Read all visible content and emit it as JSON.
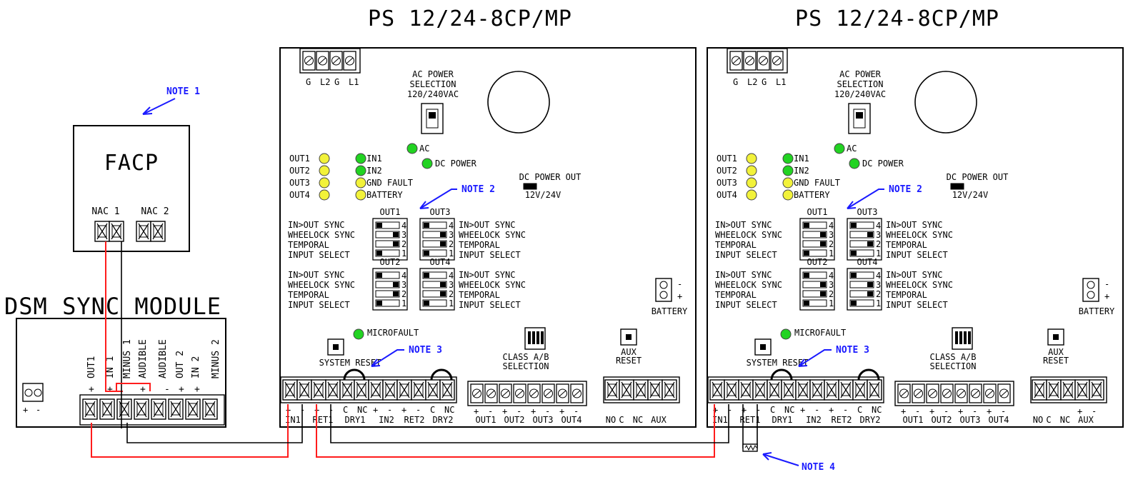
{
  "panels": [
    {
      "title": "PS 12/24-8CP/MP",
      "ac_terminals": [
        "G",
        "L2",
        "G",
        "L1"
      ],
      "ac_power": [
        "AC POWER",
        "SELECTION",
        "120/240VAC"
      ],
      "leds_left": [
        "OUT1",
        "OUT2",
        "OUT3",
        "OUT4"
      ],
      "leds_mid": [
        "IN1",
        "IN2",
        "GND FAULT",
        "BATTERY"
      ],
      "ac_led": "AC",
      "dc_power_led": "DC POWER",
      "dc_power_out": "DC POWER OUT",
      "dc_power_out_value": "12V/24V",
      "note_mid": "NOTE 2",
      "dip_left_labels": [
        "IN>OUT SYNC",
        "WHEELOCK SYNC",
        "TEMPORAL",
        "INPUT SELECT"
      ],
      "dip_right_labels": [
        "IN>OUT SYNC",
        "WHEELOCK SYNC",
        "TEMPORAL",
        "INPUT SELECT"
      ],
      "dip_titles": [
        "OUT1",
        "OUT3",
        "OUT2",
        "OUT4"
      ],
      "dip_numbers": [
        "4",
        "3",
        "2",
        "1"
      ],
      "microfault": "MICROFAULT",
      "system_reset": "SYSTEM RESET",
      "note_reset": "NOTE 3",
      "class_ab": [
        "CLASS A/B",
        "SELECTION"
      ],
      "aux_reset": [
        "AUX",
        "RESET"
      ],
      "battery": "BATTERY",
      "battery_pol": [
        "-",
        "+"
      ],
      "term_signs": [
        "+",
        "-",
        "+",
        "-",
        "C",
        "NC",
        "+",
        "-",
        "+",
        "-",
        "C",
        "NC"
      ],
      "term_names": [
        "IN1",
        "RET1",
        "DRY1",
        "IN2",
        "RET2",
        "DRY2"
      ],
      "out_signs": [
        "+",
        "-",
        "+",
        "-",
        "+",
        "-",
        "+",
        "-"
      ],
      "out_names": [
        "OUT1",
        "OUT2",
        "OUT3",
        "OUT4"
      ],
      "aux_labels": [
        "NO",
        "C",
        "NC",
        "AUX"
      ],
      "aux_signs": [
        "+",
        "-"
      ]
    }
  ],
  "facp": {
    "title": "FACP",
    "nac1": "NAC 1",
    "nac2": "NAC 2",
    "note": "NOTE 1"
  },
  "dsm": {
    "title": "DSM SYNC MODULE",
    "labels": [
      "OUT1",
      "IN 1",
      "MINUS 1",
      "AUDIBLE",
      "AUDIBLE",
      "OUT 2",
      "IN 2",
      "MINUS 2"
    ],
    "signs": [
      "+",
      "+",
      "+",
      "-",
      "+",
      "+"
    ],
    "small_signs": [
      "+",
      "-"
    ]
  },
  "note4": "NOTE 4",
  "colors": {
    "led_yellow": "#f2f23a",
    "led_green": "#22d322",
    "wire_red": "#ff1c1c",
    "note_blue": "#1a1aff"
  }
}
